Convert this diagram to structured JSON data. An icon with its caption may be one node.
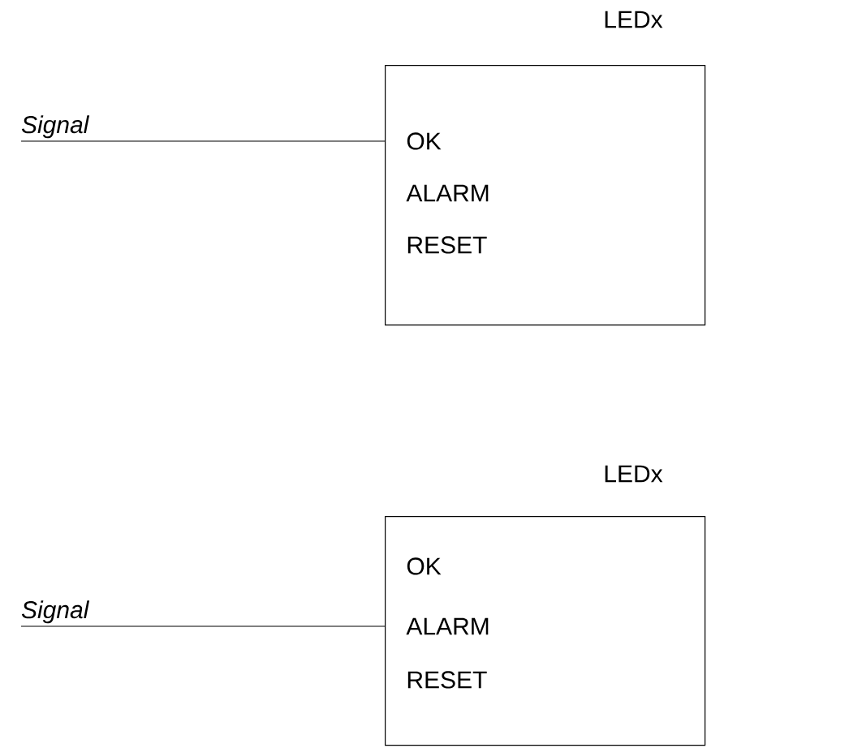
{
  "diagram": {
    "nodes": [
      {
        "text": [
          "LEDx",
          "OK",
          "ALARM",
          "RESET"
        ]
      },
      {
        "text": [
          "Signal"
        ]
      },
      {
        "text": [
          "LEDx",
          "OK",
          "ALARM",
          "RESET"
        ]
      },
      {
        "text": [
          "Signal"
        ]
      }
    ],
    "edges": [
      {
        "from": 1,
        "to": 0,
        "arrow": "none"
      },
      {
        "from": 3,
        "to": 2,
        "arrow": "none"
      }
    ]
  }
}
